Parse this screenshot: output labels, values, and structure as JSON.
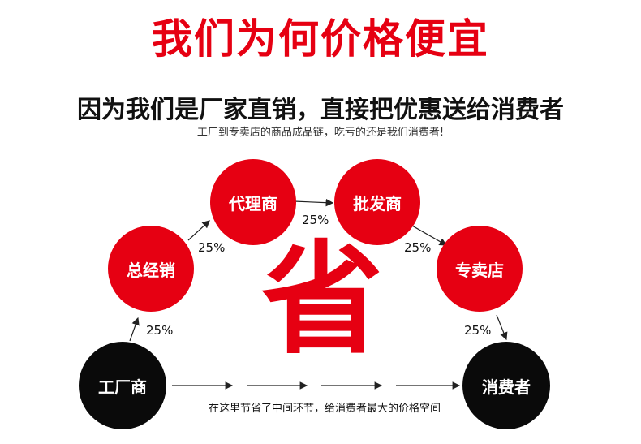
{
  "title": "我们为何价格便宜",
  "subtitle": "因为我们是厂家直销，直接把优惠送给消费者",
  "note": "工厂到专卖店的商品成品链，吃亏的还是我们消费者!",
  "nodes": {
    "factory": "工厂商",
    "distributor": "总经销",
    "agent": "代理商",
    "wholesaler": "批发商",
    "store": "专卖店",
    "consumer": "消费者"
  },
  "percentages": {
    "factory_to_distributor": "25%",
    "distributor_to_agent": "25%",
    "agent_to_wholesaler": "25%",
    "wholesaler_to_store": "25%",
    "store_to_consumer": "25%"
  },
  "center_char": "省",
  "bottom_note": "在这里节省了中间环节，给消费者最大的价格空间",
  "colors": {
    "accent_red": "#e60012",
    "node_black": "#0a0a0a"
  }
}
